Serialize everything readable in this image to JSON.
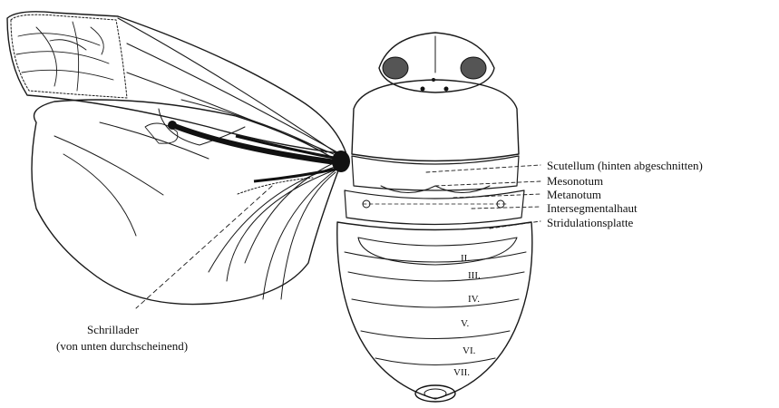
{
  "labels": {
    "scutellum": "Scutellum (hinten abgeschnitten)",
    "mesonotum": "Mesonotum",
    "metanotum": "Metanotum",
    "intersegmentalhaut": "Intersegmentalhaut",
    "stridulationsplatte": "Stridulationsplatte",
    "schrillader_line1": "Schrillader",
    "schrillader_line2": "(von unten durchscheinend)"
  },
  "segments": {
    "s2": "II.",
    "s3": "III.",
    "s4": "IV.",
    "s5": "V.",
    "s6": "VI.",
    "s7": "VII."
  },
  "colors": {
    "ink": "#1a1a1a",
    "paper": "#ffffff"
  }
}
